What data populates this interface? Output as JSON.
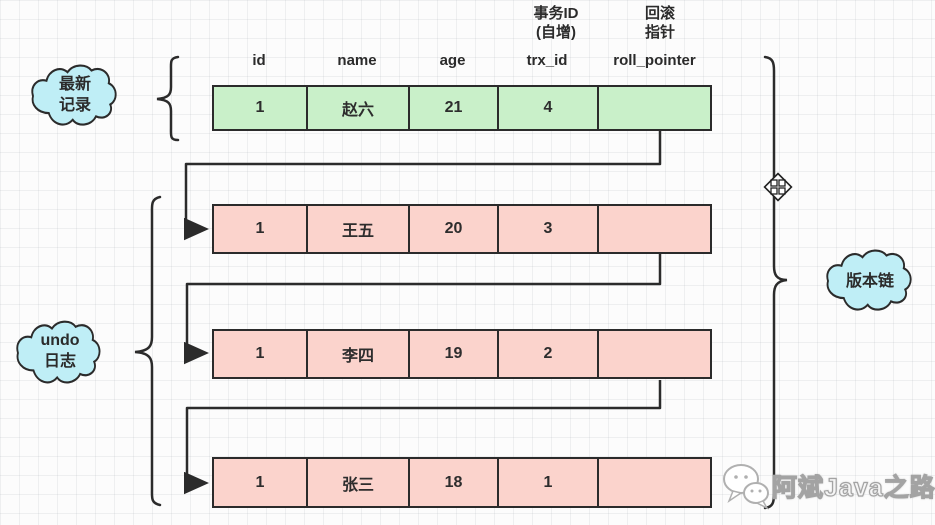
{
  "table": {
    "headers": [
      "id",
      "name",
      "age",
      "trx_id",
      "roll_pointer"
    ],
    "header_notes": {
      "trx": [
        "事务ID",
        "(自增)"
      ],
      "rollback": [
        "回滚",
        "指针"
      ]
    },
    "latest_row": [
      "1",
      "赵六",
      "21",
      "4",
      ""
    ],
    "undo_rows": [
      [
        "1",
        "王五",
        "20",
        "3",
        ""
      ],
      [
        "1",
        "李四",
        "19",
        "2",
        ""
      ],
      [
        "1",
        "张三",
        "18",
        "1",
        ""
      ]
    ]
  },
  "clouds": {
    "latest": [
      "最新",
      "记录"
    ],
    "undo": [
      "undo",
      "日志"
    ],
    "version_chain": [
      "版本链"
    ]
  },
  "watermark": {
    "text": "阿斌Java之路"
  },
  "colors": {
    "latest_row_fill": "#c9f0c9",
    "undo_row_fill": "#fbd3cc",
    "cloud_fill": "#bfeef6",
    "line": "#2b2b2b"
  }
}
